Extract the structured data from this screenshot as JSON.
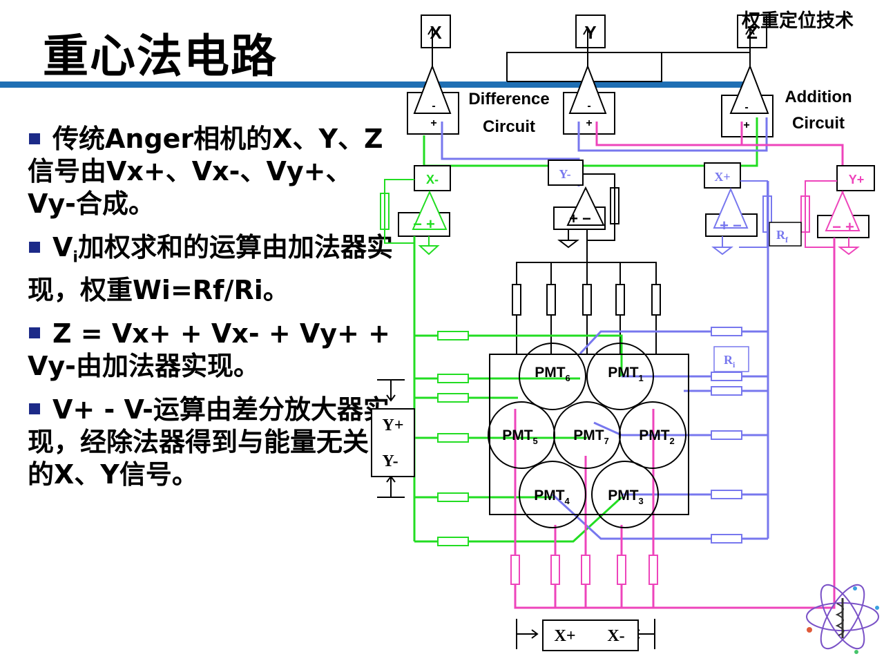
{
  "slide": {
    "title": "重心法电路",
    "corner_label": "权重定位技术"
  },
  "bullets": [
    "传统Anger相机的X、Y、Z信号由Vx+、Vx-、Vy+、Vy-合成。",
    "加权求和的运算由加法器实现，权重Wi=Rf/Ri。",
    "Z = Vx+ + Vx- + Vy+ + Vy-由加法器实现。",
    "V+ - V-运算由差分放大器实现，经除法器得到与能量无关的X、Y信号。"
  ],
  "bullet2_prefix": {
    "base": "V",
    "sub": "i"
  },
  "diagram": {
    "outputs": [
      "X",
      "Y",
      "Z"
    ],
    "difference_label": [
      "Difference",
      "Circuit"
    ],
    "addition_label": [
      "Addition",
      "Circuit"
    ],
    "amp_signs": {
      "minus": "-",
      "plus": "+"
    },
    "summers": [
      "X-",
      "Y-",
      "X+",
      "Y+"
    ],
    "summer_signs": {
      "xminus": "− +",
      "yminus": "+ −",
      "xplus": "+ −",
      "yplus": "− +"
    },
    "rf_label": {
      "base": "R",
      "sub": "f"
    },
    "ri_label": {
      "base": "R",
      "sub": "i"
    },
    "pmts": [
      {
        "name": "PMT",
        "n": "6"
      },
      {
        "name": "PMT",
        "n": "1"
      },
      {
        "name": "PMT",
        "n": "5"
      },
      {
        "name": "PMT",
        "n": "7"
      },
      {
        "name": "PMT",
        "n": "2"
      },
      {
        "name": "PMT",
        "n": "4"
      },
      {
        "name": "PMT",
        "n": "3"
      }
    ],
    "y_axis_labels": [
      "Y+",
      "Y-"
    ],
    "x_axis_labels": [
      "X+",
      "X-"
    ]
  },
  "colors": {
    "green": "#22dd22",
    "blue": "#7777ee",
    "magenta": "#ee44bb",
    "bar": "#1f6fb4",
    "bullet_square": "#1c2a88"
  }
}
